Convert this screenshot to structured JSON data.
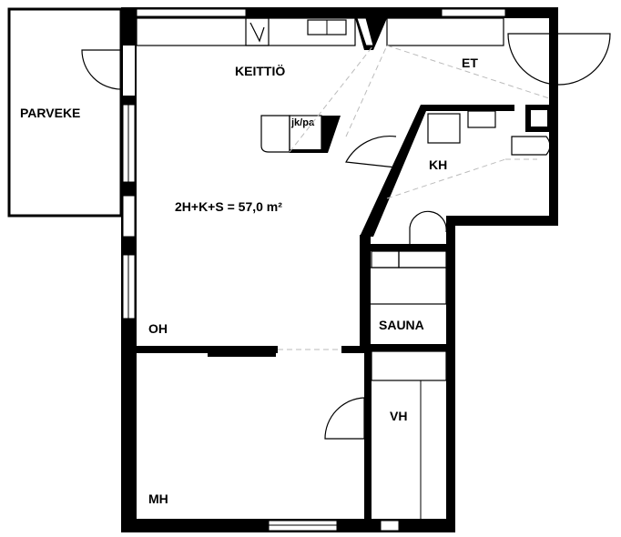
{
  "plan": {
    "summary": "2H+K+S = 57,0 m²",
    "rooms": {
      "parveke": "PARVEKE",
      "keittio": "KEITTIÖ",
      "et": "ET",
      "kh": "KH",
      "oh": "OH",
      "sauna": "SAUNA",
      "vh": "VH",
      "mh": "MH"
    },
    "appliance_label": "jk/pa"
  }
}
